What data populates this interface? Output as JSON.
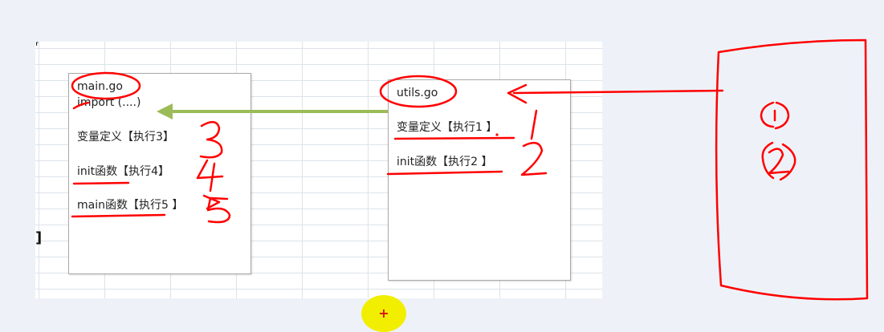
{
  "left_box": {
    "filename": "main.go",
    "import_line": "import (....)",
    "lines": [
      "变量定义【执行3】",
      "init函数【执行4】",
      "main函数【执行5 】"
    ]
  },
  "right_box": {
    "filename": "utils.go",
    "lines": [
      "变量定义【执行1 】",
      "init函数【执行2 】"
    ]
  },
  "colors": {
    "annotation": "#ff0000",
    "arrow": "#9bbb59",
    "cursor": "#f2ee00"
  },
  "cursor": {
    "label": "+"
  }
}
